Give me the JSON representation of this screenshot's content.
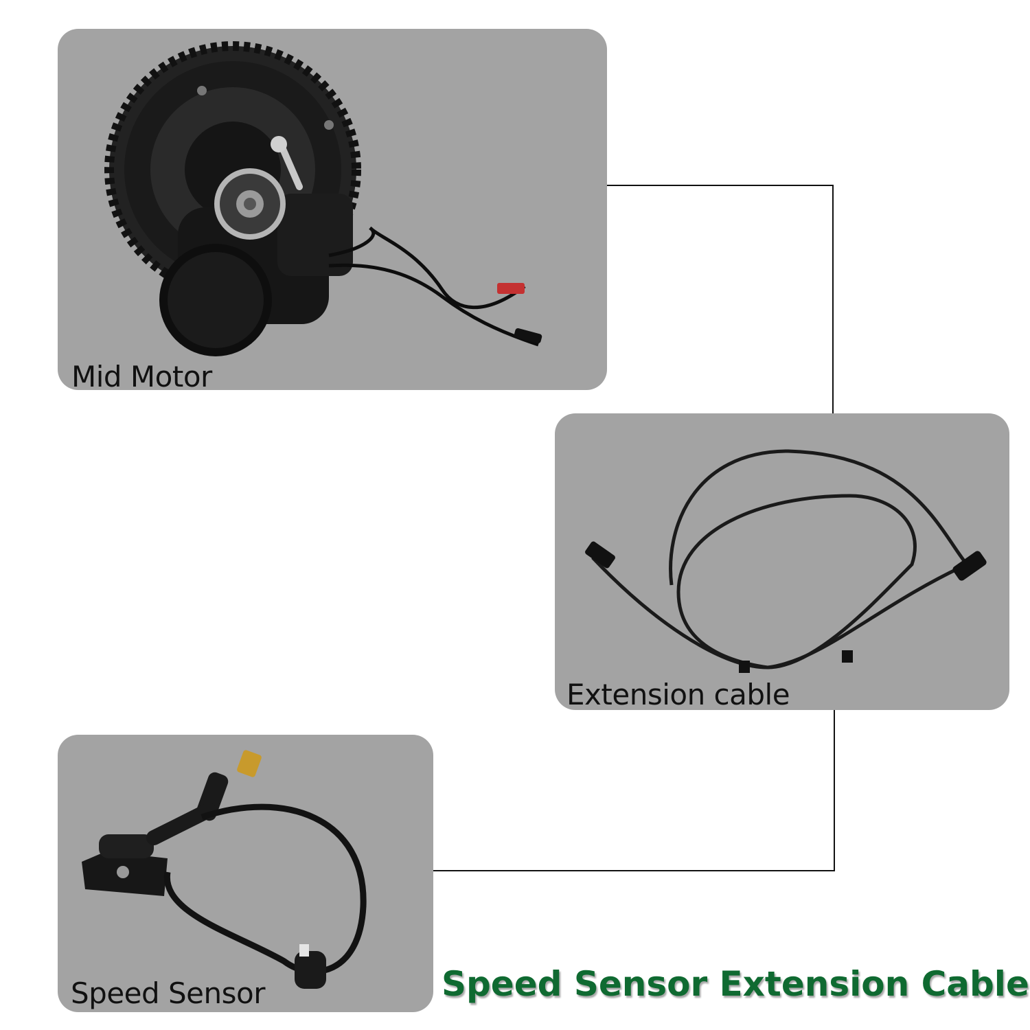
{
  "panels": {
    "motor": {
      "label": "Mid Motor"
    },
    "extension": {
      "label": "Extension cable"
    },
    "sensor": {
      "label": "Speed Sensor"
    }
  },
  "headline": "Speed Sensor Extension Cable",
  "colors": {
    "panel_background": "#a3a3a3",
    "headline": "#0f6a31",
    "connector_line": "#111111"
  }
}
